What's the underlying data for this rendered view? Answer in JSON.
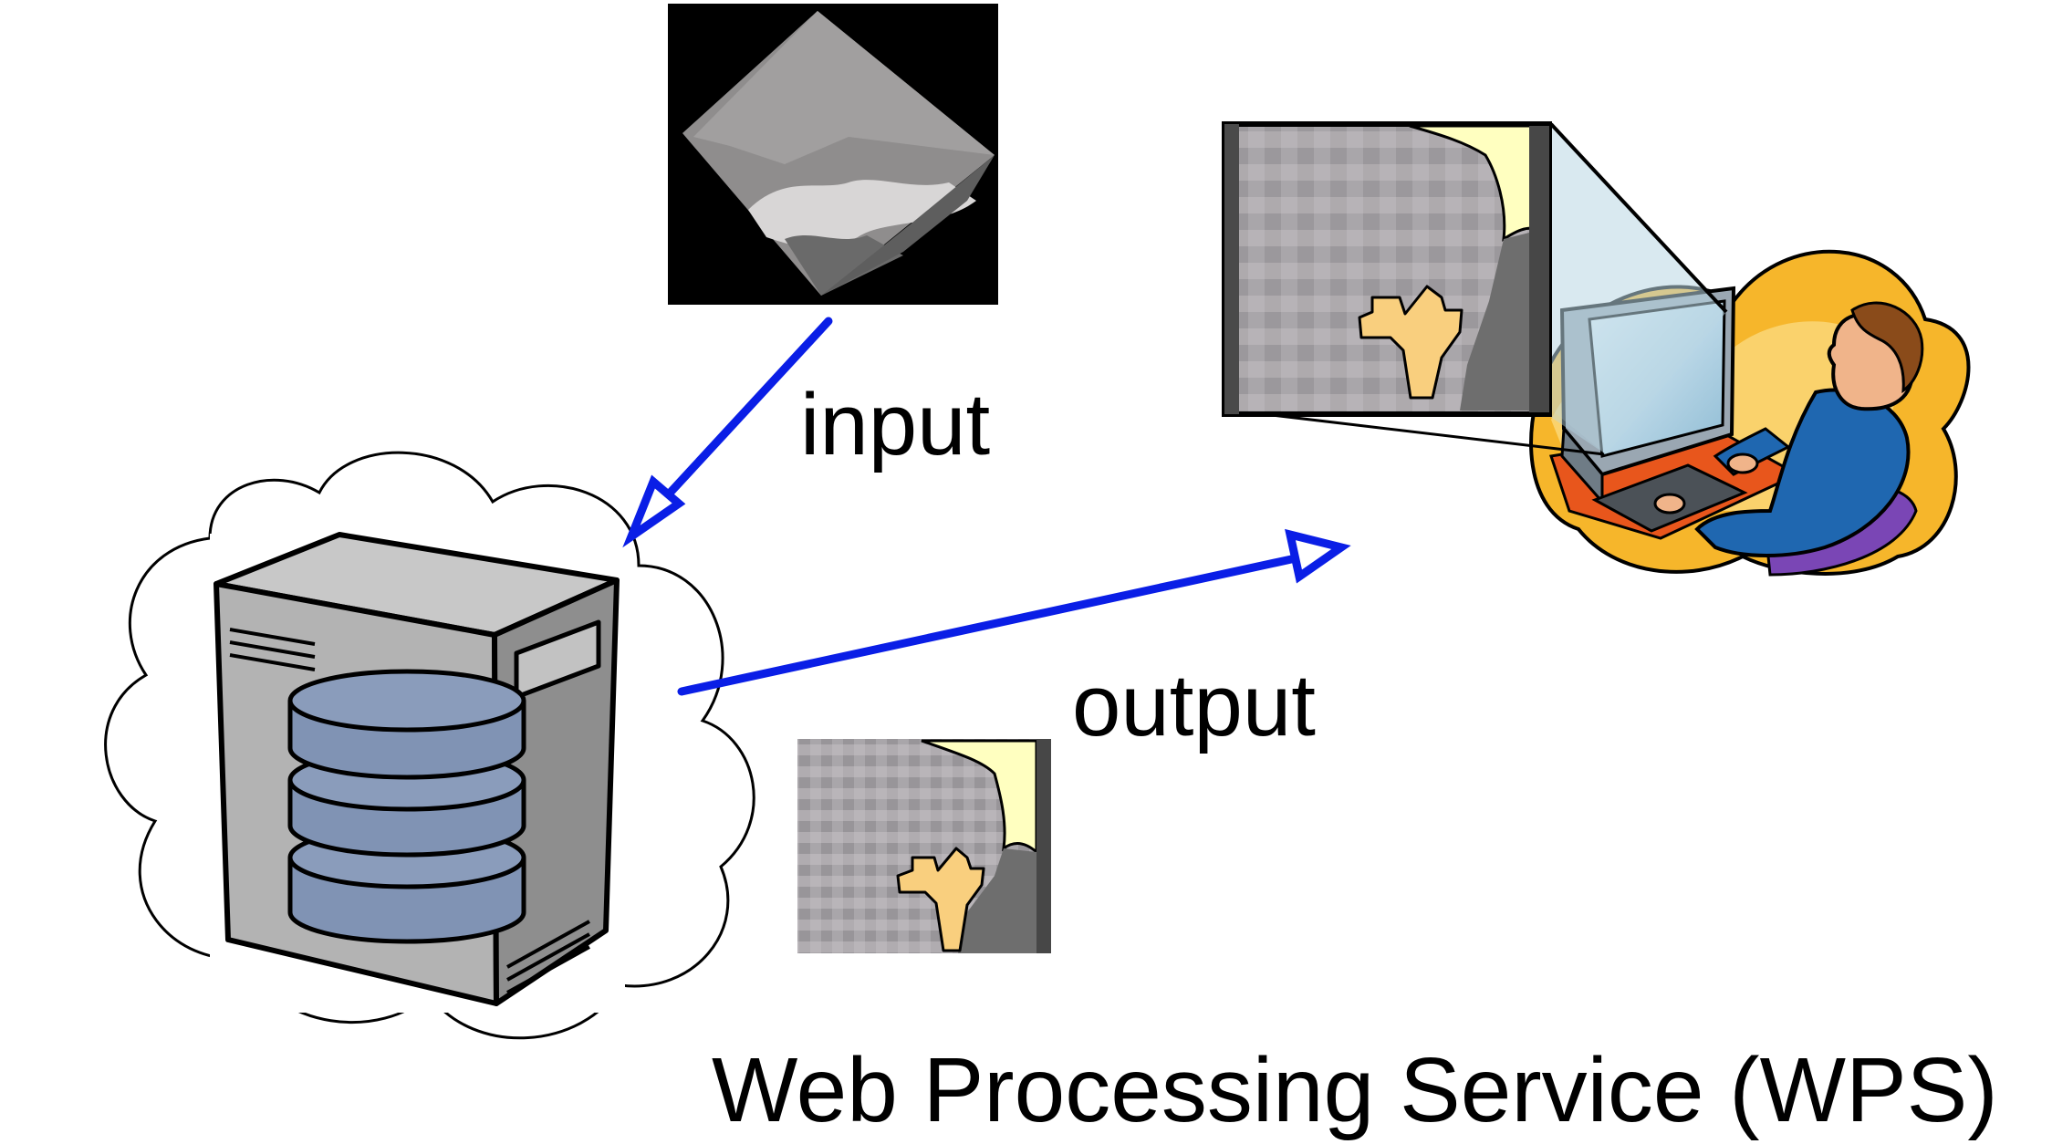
{
  "labels": {
    "input": "input",
    "output": "output",
    "title": "Web Processing Service (WPS)"
  },
  "colors": {
    "arrow": "#0a1ee6",
    "server_body": "#b3b3b3",
    "server_top": "#c8c8c8",
    "server_side": "#8e8e8e",
    "disk": "#8093b4",
    "folder": "#f9cf7e",
    "paper": "#ffffc0",
    "background_blob": "#f6b62b"
  },
  "icons": [
    "cloud-icon",
    "server-icon",
    "database-icon",
    "satellite-image-icon",
    "processed-map-icon",
    "user-at-computer-icon"
  ]
}
